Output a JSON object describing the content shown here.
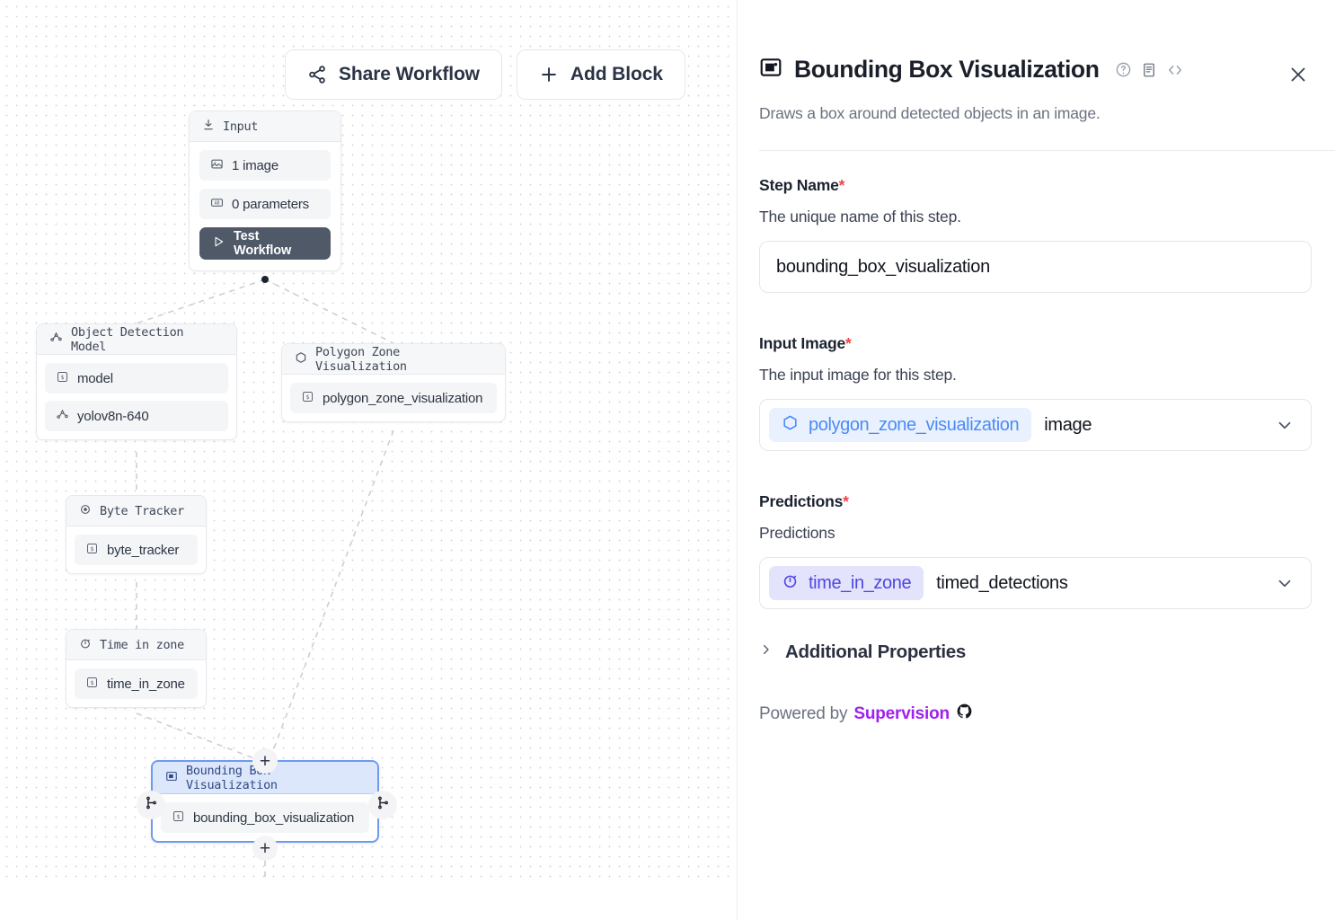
{
  "toolbar": {
    "share_label": "Share Workflow",
    "share_icon": "share-nodes-icon",
    "add_label": "Add Block",
    "add_icon": "plus-icon"
  },
  "canvas": {
    "nodes": [
      {
        "id": "input",
        "title": "Input",
        "title_icon": "download-icon",
        "rows": [
          {
            "label": "1 image",
            "icon": "image-icon"
          },
          {
            "label": "0 parameters",
            "icon": "parameters-icon"
          }
        ],
        "action_label": "Test Workflow",
        "action_icon": "play-icon"
      },
      {
        "id": "object_detection_model",
        "title": "Object Detection Model",
        "title_icon": "model-graph-icon",
        "rows": [
          {
            "label": "model",
            "icon": "variable-icon"
          },
          {
            "label": "yolov8n-640",
            "icon": "model-graph-icon"
          }
        ]
      },
      {
        "id": "polygon_zone_visualization",
        "title": "Polygon Zone Visualization",
        "title_icon": "hexagon-icon",
        "rows": [
          {
            "label": "polygon_zone_visualization",
            "icon": "variable-icon"
          }
        ]
      },
      {
        "id": "byte_tracker",
        "title": "Byte Tracker",
        "title_icon": "target-icon",
        "rows": [
          {
            "label": "byte_tracker",
            "icon": "variable-icon"
          }
        ]
      },
      {
        "id": "time_in_zone",
        "title": "Time in zone",
        "title_icon": "stopwatch-icon",
        "rows": [
          {
            "label": "time_in_zone",
            "icon": "variable-icon"
          }
        ]
      },
      {
        "id": "bounding_box_visualization",
        "title": "Bounding Box Visualization",
        "title_icon": "bounding-box-icon",
        "selected": true,
        "rows": [
          {
            "label": "bounding_box_visualization",
            "icon": "variable-icon"
          }
        ]
      }
    ],
    "handle_plus_label": "+",
    "selected_border_color": "#6e9bf0",
    "selected_header_color": "#dce7fb"
  },
  "panel": {
    "title": "Bounding Box Visualization",
    "title_icon": "bounding-box-icon",
    "header_icons": [
      "help-circle-icon",
      "docs-icon",
      "code-icon"
    ],
    "close_icon": "close-icon",
    "description": "Draws a box around detected objects in an image.",
    "fields": [
      {
        "label": "Step Name",
        "required": "*",
        "help": "The unique name of this step.",
        "kind": "text",
        "value": "bounding_box_visualization"
      },
      {
        "label": "Input Image",
        "required": "*",
        "help": "The input image for this step.",
        "kind": "select",
        "chip": "polygon_zone_visualization",
        "chip_icon": "hexagon-icon",
        "chip_style": "blue",
        "value": "image",
        "chevron_icon": "chevron-down-icon"
      },
      {
        "label": "Predictions",
        "required": "*",
        "help": "Predictions",
        "kind": "select",
        "chip": "time_in_zone",
        "chip_icon": "stopwatch-icon",
        "chip_style": "indigo",
        "value": "timed_detections",
        "chevron_icon": "chevron-down-icon"
      }
    ],
    "additional_properties": {
      "label": "Additional Properties",
      "icon": "chevron-right-icon"
    },
    "footer": {
      "prefix": "Powered by",
      "brand": "Supervision",
      "brand_color": "#a020f0",
      "icon": "github-icon"
    }
  }
}
